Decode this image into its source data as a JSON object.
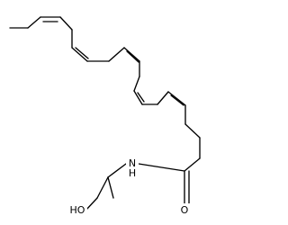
{
  "molecule": {
    "atom_labels": {
      "nitrogen": "N",
      "hydrogen_on_nitrogen": "H",
      "carbonyl_oxygen": "O",
      "hydroxyl": "HO"
    },
    "bond_color": "#000000",
    "background_color": "#ffffff"
  }
}
